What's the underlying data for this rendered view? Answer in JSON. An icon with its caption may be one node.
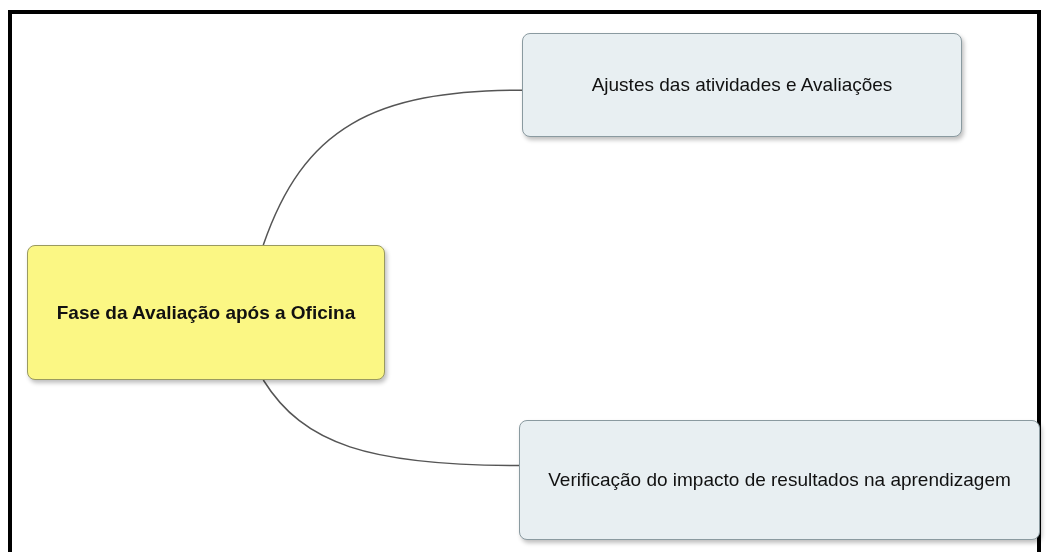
{
  "diagram": {
    "nodes": [
      {
        "text": [
          "Fase da Avaliação após a Oficina"
        ]
      },
      {
        "text": [
          "Ajustes das atividades e Avaliações"
        ]
      },
      {
        "text": [
          "Verificação do impacto de resultados na aprendizagem"
        ]
      }
    ],
    "edges": [
      {
        "from": 0,
        "to": 1,
        "arrow": "none"
      },
      {
        "from": 0,
        "to": 2,
        "arrow": "none"
      }
    ]
  }
}
